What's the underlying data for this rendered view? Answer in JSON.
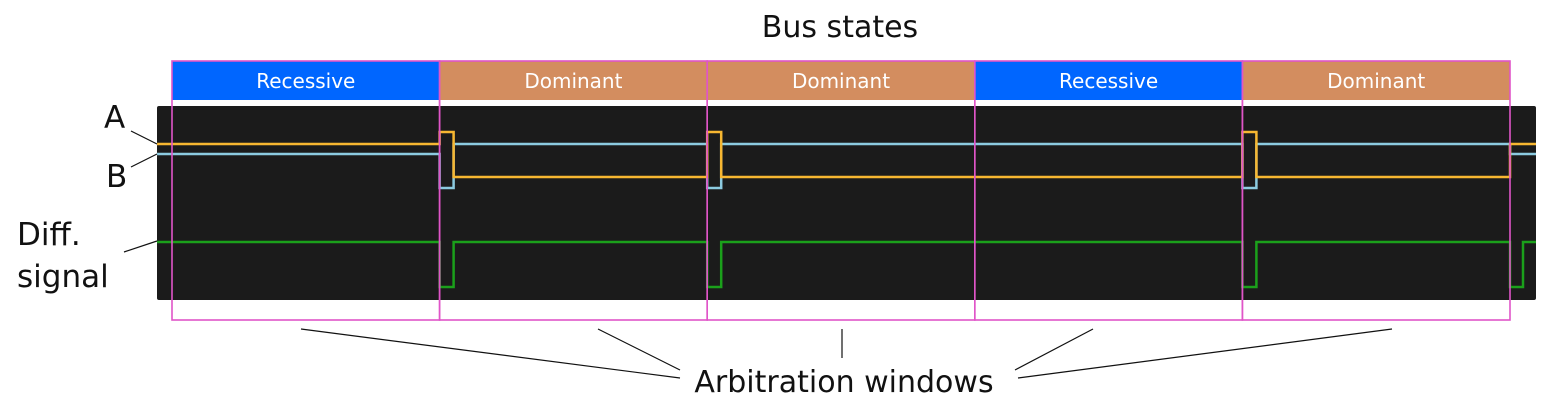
{
  "title": "Bus states",
  "signal_labels": {
    "a": "A",
    "b": "B",
    "diff_line1": "Diff.",
    "diff_line2": "signal"
  },
  "windows": [
    {
      "state": "Recessive",
      "color": "#0066ff"
    },
    {
      "state": "Dominant",
      "color": "#d38d5f"
    },
    {
      "state": "Dominant",
      "color": "#d38d5f"
    },
    {
      "state": "Recessive",
      "color": "#0066ff"
    },
    {
      "state": "Dominant",
      "color": "#d38d5f"
    }
  ],
  "footer_label": "Arbitration windows",
  "colors": {
    "scope_background": "#1b1b1b",
    "window_border": "#e055c8",
    "trace_a": "#f7b731",
    "trace_b": "#8ccbe0",
    "trace_diff": "#1ba01b"
  }
}
